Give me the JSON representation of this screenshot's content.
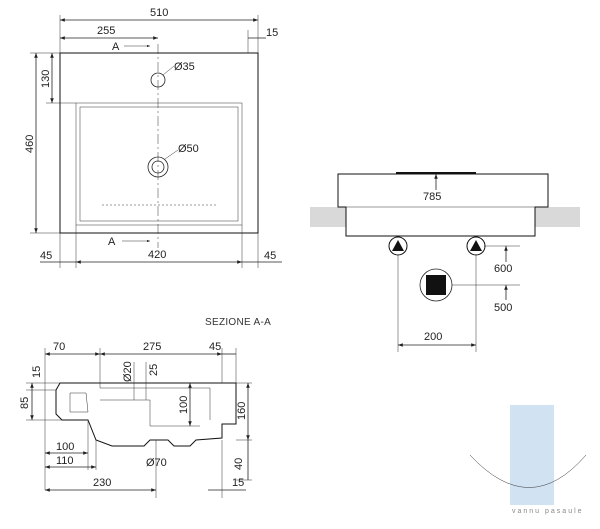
{
  "top_view": {
    "overall_width": "510",
    "tap_offset": "255",
    "edge_right": "15",
    "tap_hole": "Ø35",
    "drain": "Ø50",
    "tap_from_back": "130",
    "depth": "460",
    "left_margin": "45",
    "inner_width": "420",
    "right_margin": "45",
    "section_mark": "A"
  },
  "elevation_view": {
    "height": "785",
    "spacing": "200",
    "hot_height": "600",
    "drain_height": "500"
  },
  "section_view": {
    "title": "SEZIONE A-A",
    "d70": "70",
    "d275": "275",
    "d45": "45",
    "d15": "15",
    "d85": "85",
    "d20": "Ø20",
    "d25": "25",
    "d100_v": "100",
    "d160": "160",
    "d100_h": "100",
    "d110": "110",
    "d70_drain": "Ø70",
    "d40": "40",
    "d230": "230",
    "d15_b": "15"
  },
  "logo": {
    "text": "vannu pasaule"
  },
  "colors": {
    "line": "#222222",
    "wall": "#d9d9d9",
    "logo": "#c9ddf0"
  }
}
